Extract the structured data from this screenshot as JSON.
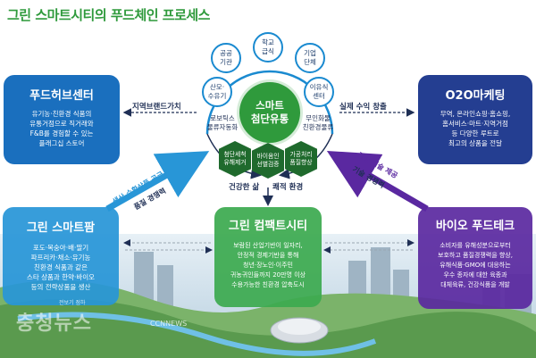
{
  "title": "그린 스마트시티의 푸드체인 프로세스",
  "colors": {
    "green": "#2f9a3c",
    "blue": "#1a6fbe",
    "navy": "#243e91",
    "sky": "#2896d7",
    "purple": "#5a28a0"
  },
  "panels": {
    "food_hub": {
      "title": "푸드허브센터",
      "desc": [
        "유기농·친환경 식품의",
        "유통거점으로 직거래와",
        "F&B를 경험할 수 있는",
        "플래그십 스토어"
      ]
    },
    "o2o": {
      "title": "O2O마케팅",
      "desc": [
        "무역, 온라인쇼핑·홈쇼핑,",
        "홈서비스·마트·지역거점",
        "등 다양한 루트로",
        "최고의 상품을 전달"
      ]
    },
    "smartfarm": {
      "title": "그린 스마트팜",
      "desc": [
        "포도·복숭아·배·딸기",
        "파프리카·채소·유기농",
        "친환경 식품과 같은",
        "스타 상품과 한약·바이오",
        "등의 전략상품을 생산"
      ]
    },
    "compact": {
      "title": "그린 컴팩트시티",
      "desc": [
        "보람된 산업기반이 일자리,",
        "안정적 경제기반을 통해",
        "청년·장노인·이주민",
        "귀농귀인들까지 20만명 이상",
        "수용가능한 친환경 압축도시"
      ]
    },
    "biotech": {
      "title": "바이오 푸드테크",
      "desc": [
        "소비자를 유해성분으로부터",
        "보호하고 품질경쟁력을 향상,",
        "유해식품·GMO에 대응하는",
        "우수 종자에 대한 육종과",
        "대체육류, 건강식품을 개발"
      ]
    }
  },
  "center": {
    "label": "스마트\n첨단유통",
    "circles": [
      "공공\n기관",
      "학교\n급식",
      "기업\n단체",
      "산모·\n수유기",
      "이유식\n센터"
    ],
    "hexes": [
      "첨단세척\n유해제거",
      "바이옴인\n선별검증",
      "가공처리\n품질향상"
    ],
    "side_labels": [
      "로보틱스\n물류자동화",
      "무인화물\n친환경물류"
    ]
  },
  "links": {
    "regional_brand": "지역브랜드가치",
    "real_revenue": "실제 수익 창출",
    "healthy_life": "건강한 삶",
    "pleasant_env": "쾌적 환경",
    "supply_sys": "생산 수확상품 공급",
    "quality_comp_left": "품질 경쟁력",
    "dev_tech": "개발 기술 제공",
    "tech_comp": "기술 경쟁력"
  },
  "watermark": {
    "main": "충청뉴스",
    "sub": "CCNNEWS",
    "credit": "전보기 점하"
  }
}
